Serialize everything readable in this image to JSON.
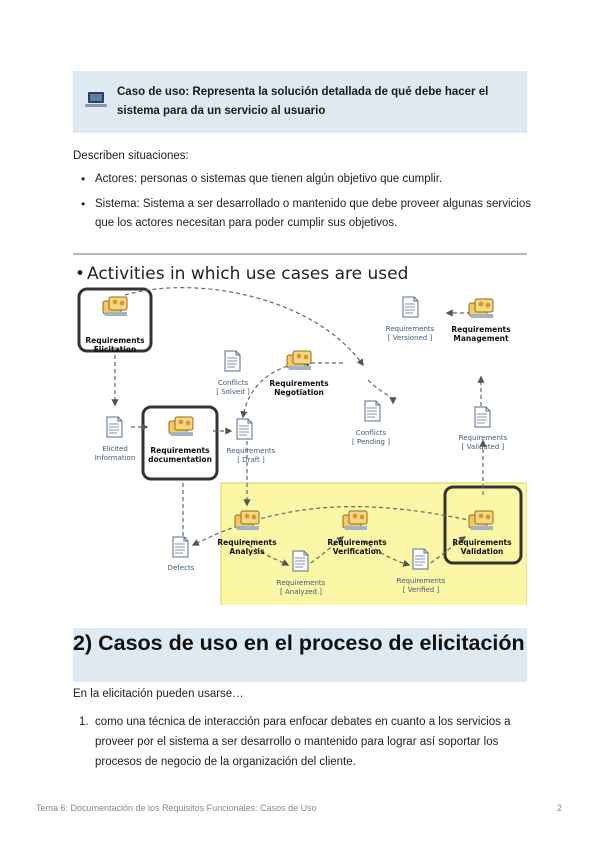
{
  "callout": {
    "icon": "laptop-icon",
    "text": "Caso de uso: Representa la solución detallada de qué debe hacer el sistema para da un servicio al usuario"
  },
  "intro": "Describen situaciones:",
  "bullets": [
    "Actores: personas o sistemas que tienen algún objetivo que cumplir.",
    "Sistema: Sistema a ser desarrollado o mantenido que debe proveer algunas servicios que los actores necesitan para poder cumplir sus objetivos."
  ],
  "figure": {
    "heading": "Activities in which use cases are used",
    "activities": {
      "elicitation": [
        "Requirements",
        "Elicitation"
      ],
      "documentation": [
        "Requirements",
        "documentation"
      ],
      "negotiation": [
        "Requirements",
        "Negotiation"
      ],
      "management": [
        "Requirements",
        "Management"
      ],
      "analysis": [
        "Requirements",
        "Analysis"
      ],
      "verification": [
        "Requirements",
        "Verification"
      ],
      "validation": [
        "Requirements",
        "Validation"
      ]
    },
    "artifacts": {
      "elicited": [
        "Elicited",
        "Information"
      ],
      "draft": [
        "Requirements",
        "[ Draft ]"
      ],
      "conflicts_solved": [
        "Conflicts",
        "[ Solved ]"
      ],
      "conflicts_pending": [
        "Conflicts",
        "[ Pending ]"
      ],
      "versioned": [
        "Requirements",
        "[ Versioned ]"
      ],
      "validated": [
        "Requirements",
        "[ Validated ]"
      ],
      "analyzed": [
        "Requirements",
        "[ Analyzed ]"
      ],
      "verified": [
        "Requirements",
        "[ Verified ]"
      ],
      "defects": "Defects"
    }
  },
  "section_title": "2) Casos de uso en el proceso de elicitación",
  "para2": "En la elicitación pueden usarse…",
  "steps": [
    {
      "num": "1.",
      "text": "como una técnica de interacción para enfocar debates en cuanto a los servicios a proveer por el sistema a ser desarrollo o mantenido para lograr así soportar los procesos de negocio de la organización del cliente."
    }
  ],
  "footer": "Tema 6: Documentación de los Requisitos Funcionales: Casos de Uso",
  "page_number": "2",
  "colors": {
    "callout_bg": "#dfe9f2",
    "system_area": "#fbf7a6",
    "node_fill": "#f4c86a"
  }
}
